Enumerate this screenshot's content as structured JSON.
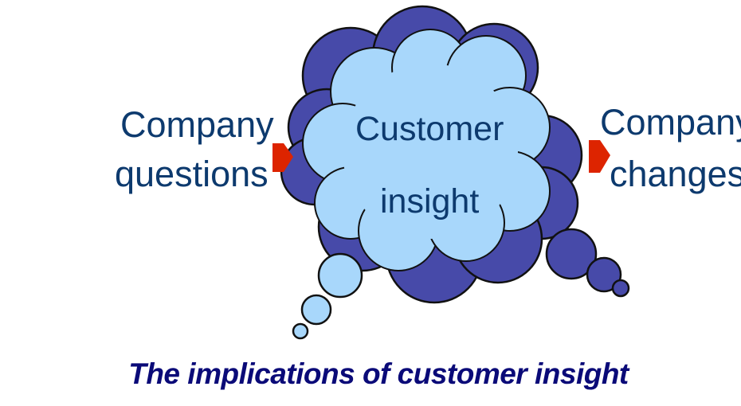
{
  "diagram": {
    "left_label": {
      "line1": "Company",
      "line2": "questions"
    },
    "center_label": {
      "line1": "Customer",
      "line2": "insight"
    },
    "right_label": {
      "line1": "Company",
      "line2": "changes"
    },
    "caption": "The implications of customer insight"
  },
  "colors": {
    "back_cloud": "#474aa9",
    "front_cloud": "#a8d7fb",
    "arrow": "#dd2400",
    "text": "#0d3a6e",
    "caption": "#0a0a78"
  },
  "icons": {
    "left_arrow": "arrow-right-icon",
    "right_arrow": "arrow-right-icon"
  }
}
